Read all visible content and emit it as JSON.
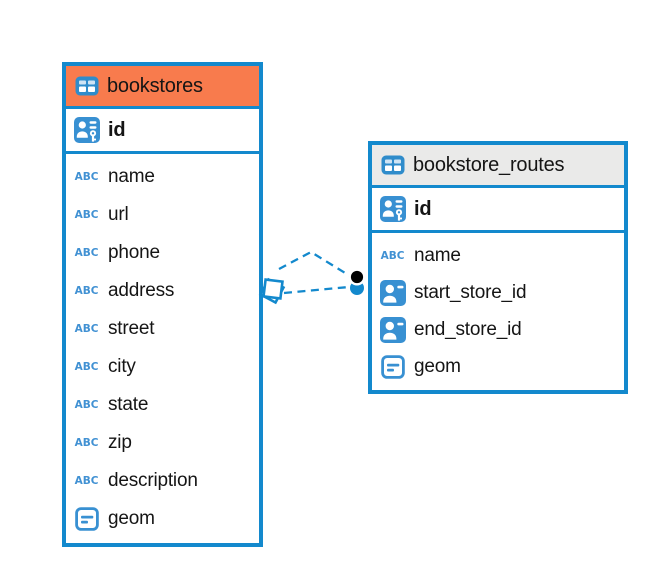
{
  "diagram": {
    "tables": [
      {
        "name": "bookstores",
        "header_color": "#F87B4D",
        "primary_key": {
          "name": "id"
        },
        "columns": [
          {
            "name": "name",
            "type": "text"
          },
          {
            "name": "url",
            "type": "text"
          },
          {
            "name": "phone",
            "type": "text"
          },
          {
            "name": "address",
            "type": "text"
          },
          {
            "name": "street",
            "type": "text"
          },
          {
            "name": "city",
            "type": "text"
          },
          {
            "name": "state",
            "type": "text"
          },
          {
            "name": "zip",
            "type": "text"
          },
          {
            "name": "description",
            "type": "text"
          },
          {
            "name": "geom",
            "type": "geometry"
          }
        ]
      },
      {
        "name": "bookstore_routes",
        "header_color": "#EAEAE9",
        "primary_key": {
          "name": "id"
        },
        "columns": [
          {
            "name": "name",
            "type": "text"
          },
          {
            "name": "start_store_id",
            "type": "reference"
          },
          {
            "name": "end_store_id",
            "type": "reference"
          },
          {
            "name": "geom",
            "type": "geometry"
          }
        ]
      }
    ],
    "relationship": {
      "line_count": 2,
      "line_style": "dashed",
      "source_marker": "double-diamond",
      "target_markers": [
        "black-dot",
        "blue-dot"
      ]
    }
  },
  "icons": {
    "text_badge": "ABC"
  },
  "colors": {
    "accent_blue": "#1389CD",
    "icon_blue": "#3890D2",
    "abc_blue": "#4191D3",
    "bookstores_header": "#F87B4D",
    "routes_header": "#EAEAE9",
    "endpoint_black": "#000000"
  }
}
